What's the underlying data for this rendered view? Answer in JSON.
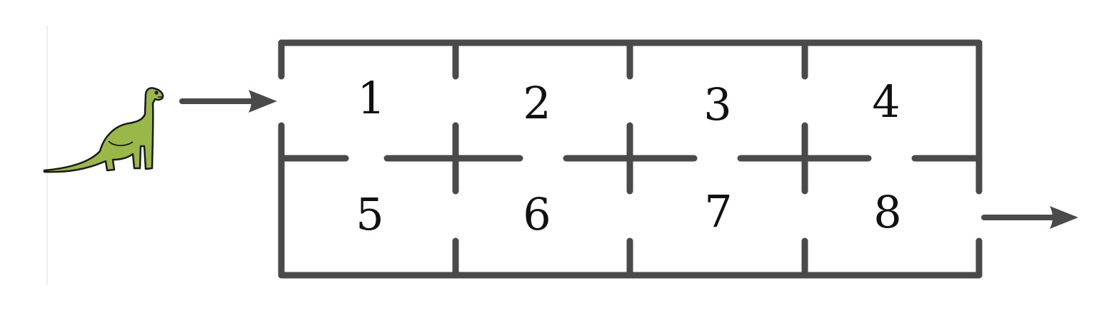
{
  "diagram": {
    "rooms": [
      {
        "id": "room-1",
        "label": "1"
      },
      {
        "id": "room-2",
        "label": "2"
      },
      {
        "id": "room-3",
        "label": "3"
      },
      {
        "id": "room-4",
        "label": "4"
      },
      {
        "id": "room-5",
        "label": "5"
      },
      {
        "id": "room-6",
        "label": "6"
      },
      {
        "id": "room-7",
        "label": "7"
      },
      {
        "id": "room-8",
        "label": "8"
      }
    ],
    "colors": {
      "wall": "#4a4a4a",
      "dino_body": "#9ab84a",
      "dino_outline": "#1a1a1a"
    },
    "icons": {
      "character": "dinosaur-icon",
      "entrance": "entrance-arrow-icon",
      "exit": "exit-arrow-icon"
    }
  }
}
